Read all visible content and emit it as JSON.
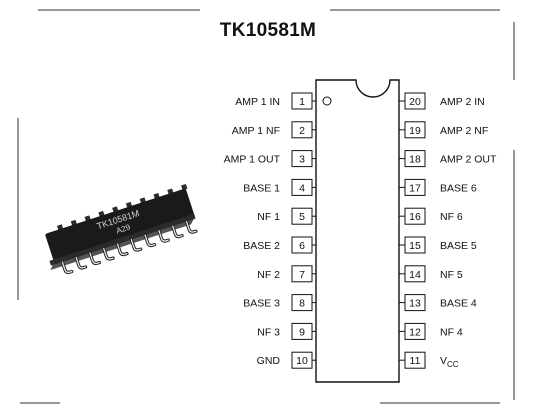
{
  "title": "TK10581M",
  "package_marking": [
    "TK10581M",
    "A29"
  ],
  "left_pins": [
    {
      "num": "1",
      "label": "AMP 1 IN"
    },
    {
      "num": "2",
      "label": "AMP 1 NF"
    },
    {
      "num": "3",
      "label": "AMP 1 OUT"
    },
    {
      "num": "4",
      "label": "BASE 1"
    },
    {
      "num": "5",
      "label": "NF 1"
    },
    {
      "num": "6",
      "label": "BASE 2"
    },
    {
      "num": "7",
      "label": "NF 2"
    },
    {
      "num": "8",
      "label": "BASE 3"
    },
    {
      "num": "9",
      "label": "NF 3"
    },
    {
      "num": "10",
      "label": "GND"
    }
  ],
  "right_pins": [
    {
      "num": "20",
      "label": "AMP 2 IN"
    },
    {
      "num": "19",
      "label": "AMP 2 NF"
    },
    {
      "num": "18",
      "label": "AMP 2 OUT"
    },
    {
      "num": "17",
      "label": "BASE 6"
    },
    {
      "num": "16",
      "label": "NF 6"
    },
    {
      "num": "15",
      "label": "BASE 5"
    },
    {
      "num": "14",
      "label": "NF 5"
    },
    {
      "num": "13",
      "label": "BASE 4"
    },
    {
      "num": "12",
      "label": "NF 4"
    },
    {
      "num": "11",
      "label": "V",
      "sub": "CC"
    }
  ]
}
